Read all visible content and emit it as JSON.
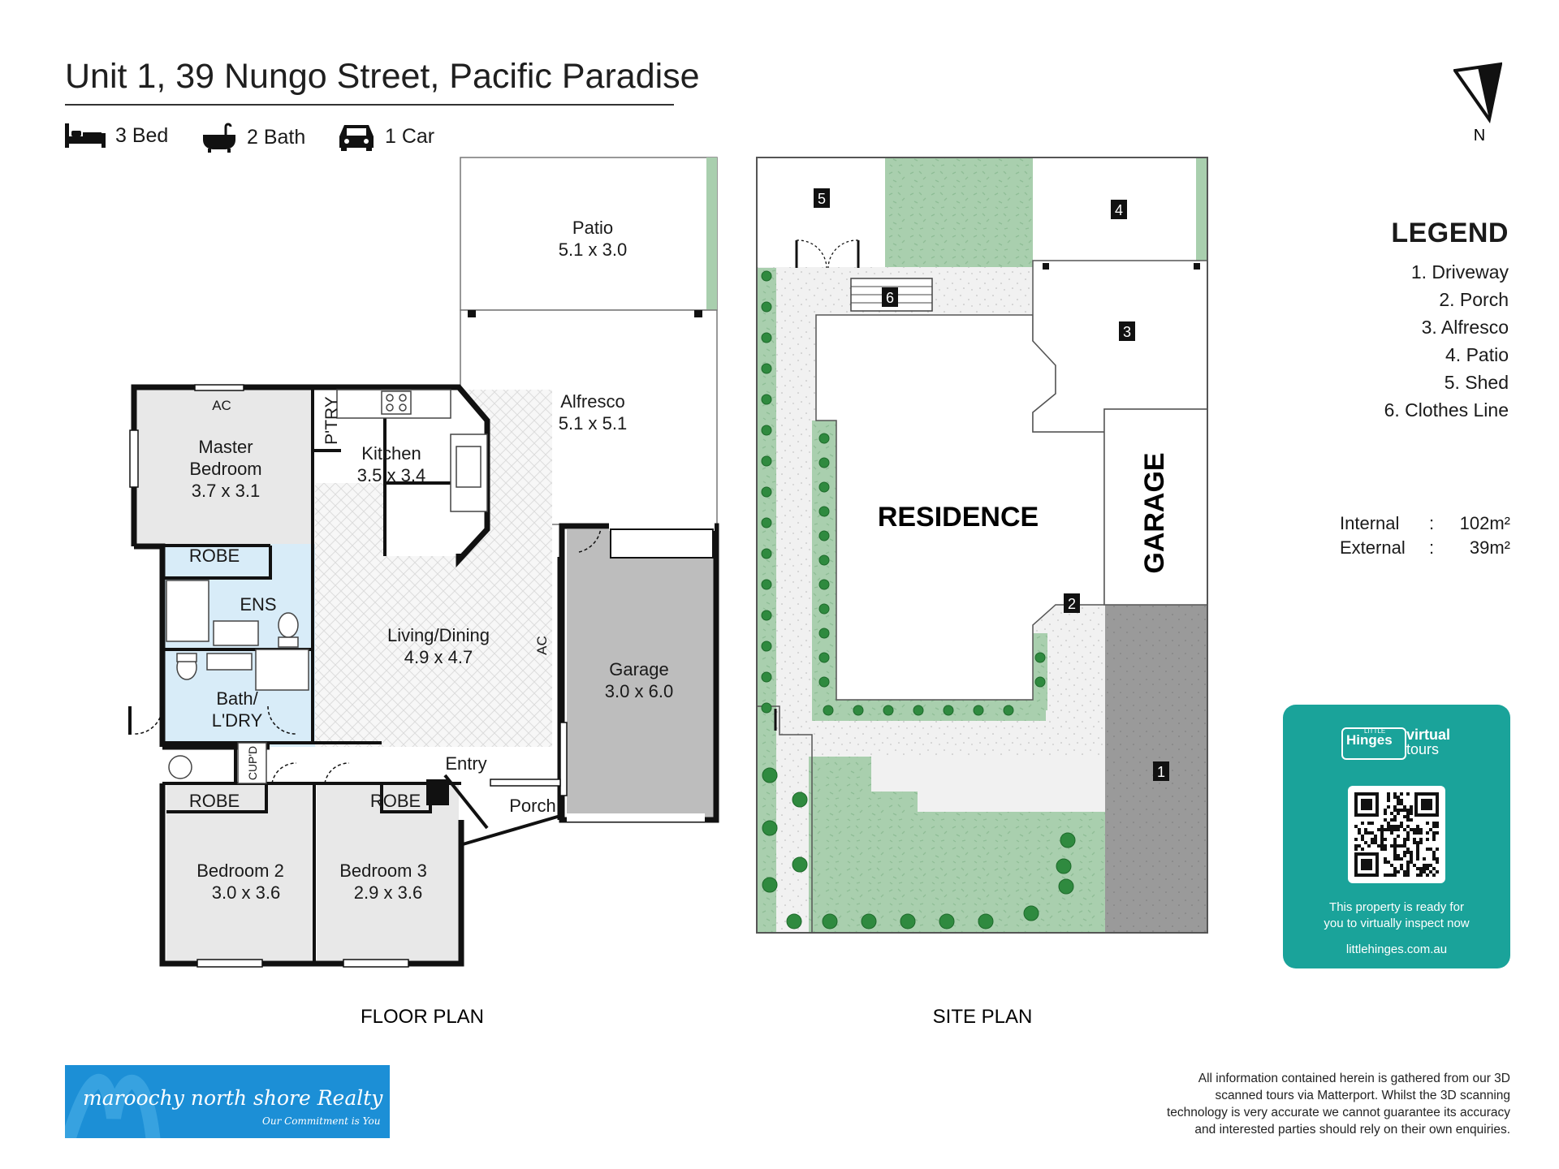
{
  "header": {
    "title": "Unit 1, 39 Nungo Street, Pacific Paradise",
    "bed": "3 Bed",
    "bath": "2 Bath",
    "car": "1 Car"
  },
  "compass": {
    "label": "N"
  },
  "floor_plan": {
    "caption": "FLOOR PLAN",
    "rooms": {
      "patio": {
        "name": "Patio",
        "size": "5.1 x 3.0"
      },
      "alfresco": {
        "name": "Alfresco",
        "size": "5.1 x 5.1"
      },
      "kitchen": {
        "name": "Kitchen",
        "size": "3.5 x 3.4"
      },
      "master": {
        "name1": "Master",
        "name2": "Bedroom",
        "size": "3.7 x 3.1"
      },
      "living": {
        "name": "Living/Dining",
        "size": "4.9 x 4.7"
      },
      "garage": {
        "name": "Garage",
        "size": "3.0 x 6.0"
      },
      "bedroom2": {
        "name": "Bedroom 2",
        "size": "3.0 x 3.6"
      },
      "bedroom3": {
        "name": "Bedroom 3",
        "size": "2.9 x 3.6"
      }
    },
    "labels": {
      "ac": "AC",
      "pantry": "P'TRY",
      "robe": "ROBE",
      "ens": "ENS",
      "bath1": "Bath/",
      "bath2": "L'DRY",
      "cupd": "CUP'D",
      "entry": "Entry",
      "porch": "Porch"
    }
  },
  "site_plan": {
    "caption": "SITE PLAN",
    "residence": "RESIDENCE",
    "garage": "GARAGE",
    "markers": [
      "1",
      "2",
      "3",
      "4",
      "5",
      "6"
    ]
  },
  "legend": {
    "title": "LEGEND",
    "items": [
      "1. Driveway",
      "2. Porch",
      "3. Alfresco",
      "4. Patio",
      "5. Shed",
      "6. Clothes Line"
    ]
  },
  "areas": {
    "internal_label": "Internal",
    "internal_value": "102m²",
    "external_label": "External",
    "external_value": "39m²",
    "separator": ":"
  },
  "virtual_tours": {
    "brand_small": "LITTLE",
    "brand_name": "Hinges",
    "brand_line1": "virtual",
    "brand_line2": "tours",
    "note_line1": "This property is ready for",
    "note_line2": "you to virtually inspect now",
    "url": "littlehinges.com.au"
  },
  "agency": {
    "name": "maroochy north shore Realty",
    "tagline": "Our Commitment is You"
  },
  "disclaimer": {
    "line1": "All information contained herein is gathered from our 3D",
    "line2": "scanned tours via Matterport. Whilst the 3D scanning",
    "line3": "technology is very accurate we cannot guarantee its accuracy",
    "line4": "and interested parties should rely on their own enquiries."
  },
  "colors": {
    "wall": "#111111",
    "wet_area": "#d8ecf8",
    "garage_floor": "#bdbdbd",
    "bedroom_floor": "#e8e8e8",
    "lawn": "#a9cfae",
    "driveway": "#9a9a9a",
    "card": "#1aa39a",
    "logo": "#1c8fd6"
  }
}
